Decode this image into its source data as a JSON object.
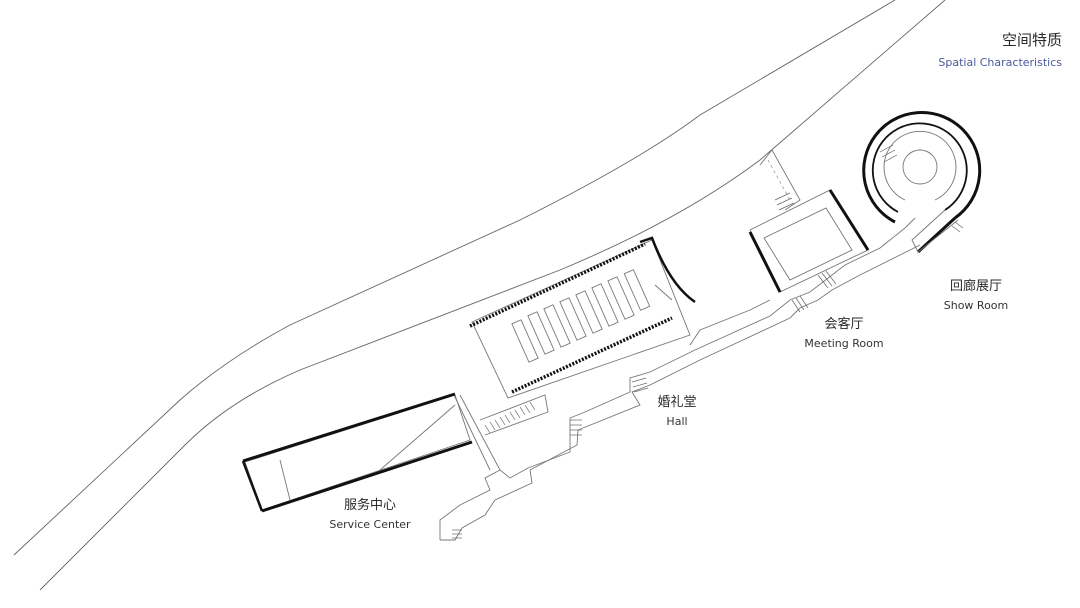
{
  "header": {
    "title_zh": "空间特质",
    "title_en": "Spatial Characteristics"
  },
  "labels": {
    "service_center": {
      "zh": "服务中心",
      "en": "Service Center"
    },
    "hall": {
      "zh": "婚礼堂",
      "en": "Hall"
    },
    "meeting_room": {
      "zh": "会客厅",
      "en": "Meeting Room"
    },
    "show_room": {
      "zh": "回廊展厅",
      "en": "Show Room"
    }
  },
  "colors": {
    "line": "#555555",
    "wall": "#111111",
    "title_en": "#4a5a9a"
  }
}
